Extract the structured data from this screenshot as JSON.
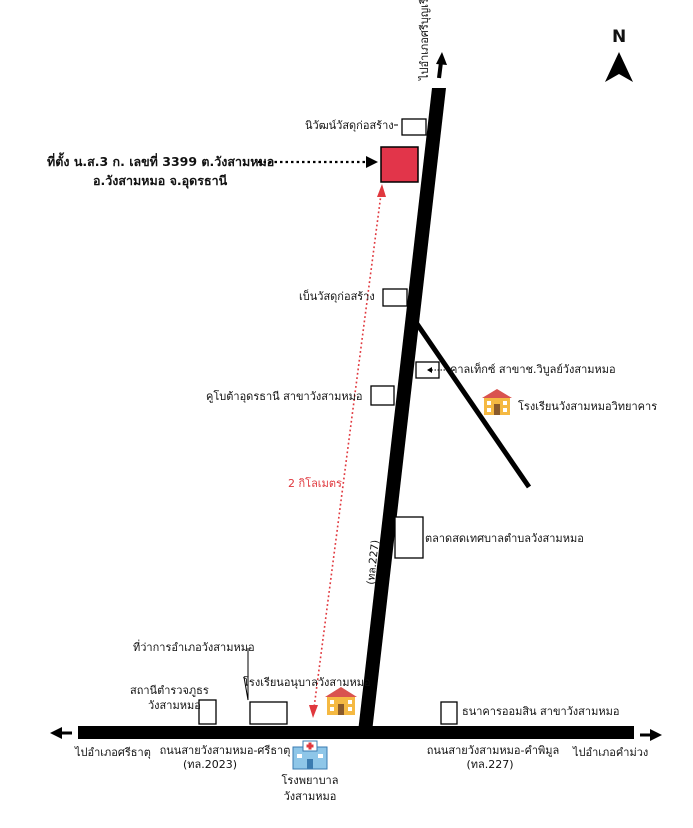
{
  "compass": {
    "letter": "N"
  },
  "location": {
    "line1": "ที่ตั้ง น.ส.3 ก. เลขที่ 3399 ต.วังสามหมอ",
    "line2": "อ.วังสามหมอ จ.อุดรธานี",
    "fill_color": "#e2354a"
  },
  "distance": {
    "label": "2 กิโลเมตร",
    "color": "#e0383e"
  },
  "roads": {
    "to_si_bun_ruang": "ไปอำเภอศรีบุญเรือง",
    "to_sri_that": "ไปอำเภอศรีธาตุ",
    "to_kham_muang": "ไปอำเภอคำม่วง",
    "west_road_name": "ถนนสายวังสามหมอ-ศรีธาตุ",
    "west_road_code": "(ทล.2023)",
    "east_road_name": "ถนนสายวังสามหมอ-คำพิมูล",
    "east_road_code": "(ทล.227)",
    "main_road_code": "(ทล.227)"
  },
  "places": {
    "niwat": "นิวัฒน์วัสดุก่อสร้าง",
    "benz": "เบ็นวัสดุก่อสร้าง",
    "caltex": "คาลเท็กซ์ สาขาช.วิบูลย์วังสามหมอ",
    "school_wang": "โรงเรียนวังสามหมอวิทยาคาร",
    "kubota": "คูโบต้าอุดรธานี สาขาวังสามหมอ",
    "market": "ตลาดสดเทศบาลตำบลวังสามหมอ",
    "district_office": "ที่ว่าการอำเภอวังสามหมอ",
    "kindergarten": "โรงเรียนอนุบาลวังสามหมอ",
    "police_line1": "สถานีตำรวจภูธร",
    "police_line2": "วังสามหมอ",
    "gsb": "ธนาคารออมสิน สาขาวังสามหมอ",
    "hospital_line1": "โรงพยาบาล",
    "hospital_line2": "วังสามหมอ"
  }
}
